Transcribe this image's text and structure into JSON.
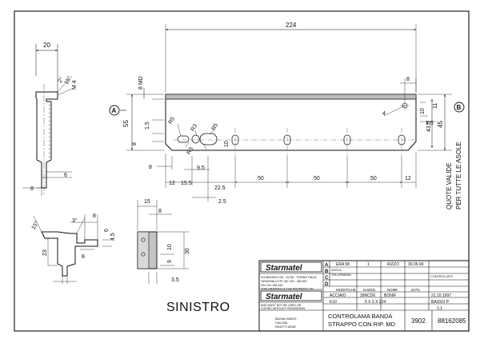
{
  "view_label": "SINISTRO",
  "note": {
    "line1": "QUOTE VALIDE",
    "line2": "PER TUTTE LE ASOLE"
  },
  "markers": {
    "a": "A",
    "b": "B"
  },
  "dims": {
    "overall_length": "224",
    "side_width": "20",
    "side_angle_deg": "2°",
    "side_angle_deg2": "15°",
    "side_m4": "M 4",
    "side_6": "6",
    "side_8": "8",
    "left_8_md": "8 MD",
    "left_55": "55",
    "left_15": "1.5",
    "left_8": "8",
    "bot_8": "8",
    "bot_12": "12",
    "bot_155": "15.5",
    "bot_95": "9.5",
    "bot_225": "22.5",
    "bot_25": "2.5",
    "bot_50a": "50",
    "bot_50b": "50",
    "bot_50c": "50",
    "bot_12r": "12",
    "r5a": "R5",
    "r5b": "R5",
    "r3a": "R3",
    "r3b": "R3",
    "slot_10": "10",
    "top_8": "8",
    "right_11": "11",
    "right_10": "10",
    "right_35": "3.5",
    "right_435": "43.5",
    "right_45": "45",
    "right_4": "4",
    "det1_15": "15°",
    "det1_3": "3°",
    "det1_8": "8",
    "det1_45": "4.5",
    "det1_6": "6",
    "det1_23": "23",
    "det1_8b": "8",
    "det2_15": "15",
    "det2_8": "8",
    "det2_9": "9",
    "det2_10": "10",
    "det2_30": "30",
    "det2_35": "3.5"
  },
  "title_block": {
    "logo": "Starmatel",
    "address1": "VIA BASSINI 138 - 10136 - TORINO ITALIA",
    "address2": "TARARVALUTTE 367 420 - 383 857",
    "address3": "FAX 011 368 460",
    "rev_letters": [
      "A",
      "B",
      "C",
      "D"
    ],
    "rev_a_desc": "ERA 58",
    "rev_a_qty": "1",
    "rev_a_by": "RIZZO",
    "rev_a_date": "30.06.99",
    "rev_b_desc": "ASOLA",
    "rev_b_desc2": "TOLLERANZA",
    "col_modifiche": "MODIFICHE",
    "col_n_mod": "N.MOD.",
    "col_nome": "NOME",
    "col_data": "DATA",
    "property_note": "THIS DRAWING IS THE PROPERTY OF",
    "copy_note1": "AND MUST NOT BE USED OR",
    "copy_note2": "COPIED WITHOUT PERMISSION",
    "material_label": "ACCIAIO",
    "material_code": "39NCD6",
    "treatment": "BONIF",
    "date_field": "21.10.1997",
    "hardness": "K10",
    "size": "6 X 3 X 224",
    "finish": "BASSO P.",
    "scale": "1:1",
    "title1": "CONTROLAMA BANDA",
    "title2": "STRAPPO CON RIP. MD",
    "code1": "3902",
    "code2": "88162085",
    "sign1": "BAGNAI MARIO",
    "sign2": "GIULIANI",
    "sign3": "PAGETTI ADNE",
    "visto": "CONTROLLATO"
  }
}
